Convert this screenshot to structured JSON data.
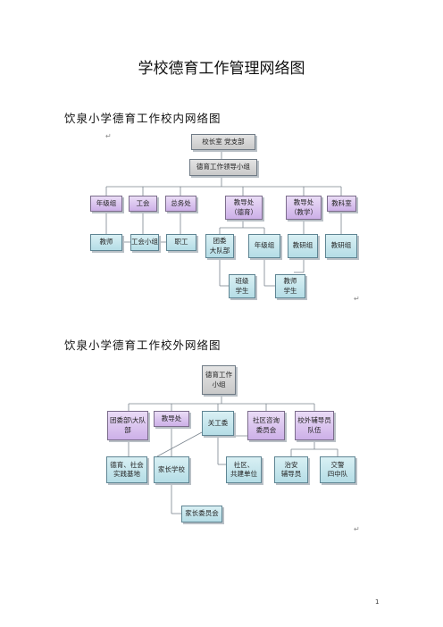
{
  "document": {
    "title": "学校德育工作管理网络图",
    "section1": "饮泉小学德育工作校内网络图",
    "section2": "饮泉小学德育工作校外网络图",
    "paragraph_mark": "↵",
    "page_number": "1"
  },
  "chart1": {
    "nodes": {
      "top": "校长室  党支部",
      "leader": "德育工作领导小组",
      "nianji": "年级组",
      "gonghui": "工会",
      "zongwu": "总务处",
      "jiaodao_deyu": "教导处\n（德育）",
      "jiaodao_jiaoxue": "教导处\n（教学）",
      "jiaoke": "教科室",
      "jiaoshi": "教师",
      "gonghui_xiaozu": "工会小组",
      "zhigong": "职工",
      "tuanwei": "团委\n大队部",
      "nianjizu2": "年级组",
      "jiaoyanzu": "教研组",
      "jiaoyanzu2": "教研组",
      "banji": "班级\n学生",
      "jiaoshi_xuesheng": "教师\n学生"
    }
  },
  "chart2": {
    "nodes": {
      "top": "德育工作小组",
      "tuanwei": "团委部\\大队部",
      "jiaodao": "教导处",
      "guangong": "关工委",
      "shequ_zixun": "社区咨询\n委员会",
      "xiaowai_fudao": "校外辅导员\n队伍",
      "deyu_shehui": "德育、社会\n实践基地",
      "jiazhang_xuexiao": "家长学校",
      "shequ_gongjian": "社区、\n共建单位",
      "zhian": "治安\n辅导员",
      "jiaojing": "交警\n四中队",
      "jiazhang_wei": "家长委员会"
    }
  }
}
